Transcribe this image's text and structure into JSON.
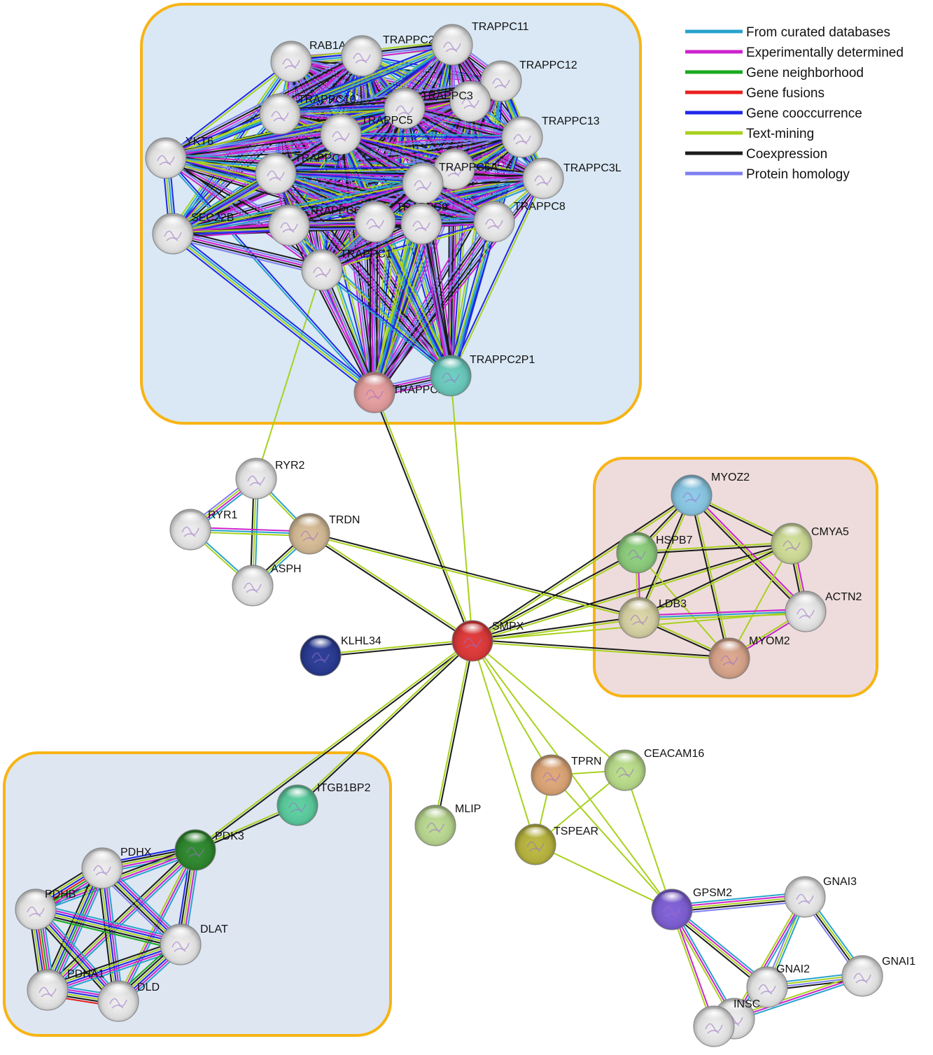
{
  "edge_colors": {
    "curated": "#27A3CC",
    "experimental": "#CC22CC",
    "neighborhood": "#18A81E",
    "fusion": "#E8201E",
    "cooccurrence": "#1F28E8",
    "textmining": "#A8D11E",
    "coexpression": "#1A1A1A",
    "homology": "#7F7FF0"
  },
  "legend": [
    {
      "type": "curated",
      "label": "From curated databases"
    },
    {
      "type": "experimental",
      "label": "Experimentally determined"
    },
    {
      "type": "neighborhood",
      "label": "Gene neighborhood"
    },
    {
      "type": "fusion",
      "label": "Gene fusions"
    },
    {
      "type": "cooccurrence",
      "label": "Gene cooccurrence"
    },
    {
      "type": "textmining",
      "label": "Text-mining"
    },
    {
      "type": "coexpression",
      "label": "Coexpression"
    },
    {
      "type": "homology",
      "label": "Protein homology"
    }
  ],
  "clusters": [
    {
      "id": "trappc",
      "fill": "#D9E8F4"
    },
    {
      "id": "muscle",
      "fill": "#EEDCDC"
    },
    {
      "id": "pdh",
      "fill": "#DEE6F2"
    }
  ],
  "nodes": [
    {
      "id": "RAB1A",
      "label": "RAB1A",
      "color": "#ECECEC"
    },
    {
      "id": "TRAPPC2L",
      "label": "TRAPPC2L",
      "color": "#ECECEC"
    },
    {
      "id": "TRAPPC11",
      "label": "TRAPPC11",
      "color": "#ECECEC"
    },
    {
      "id": "TRAPPC12",
      "label": "TRAPPC12",
      "color": "#ECECEC"
    },
    {
      "id": "TRAPPC10",
      "label": "TRAPPC10",
      "color": "#ECECEC"
    },
    {
      "id": "TRAPPC3",
      "label": "TRAPPC3",
      "color": "#ECECEC"
    },
    {
      "id": "TRAPPC5",
      "label": "TRAPPC5",
      "color": "#ECECEC"
    },
    {
      "id": "TRAPPC13",
      "label": "TRAPPC13",
      "color": "#ECECEC"
    },
    {
      "id": "YKT6",
      "label": "YKT6",
      "color": "#ECECEC"
    },
    {
      "id": "TRAPPC4",
      "label": "TRAPPC4",
      "color": "#ECECEC"
    },
    {
      "id": "TRAPPC6A",
      "label": "TRAPPC6A",
      "color": "#ECECEC"
    },
    {
      "id": "TRAPPC3L",
      "label": "TRAPPC3L",
      "color": "#ECECEC"
    },
    {
      "id": "NOLABEL1",
      "label": "",
      "color": "#ECECEC"
    },
    {
      "id": "TRAPPC8",
      "label": "TRAPPC8",
      "color": "#ECECEC"
    },
    {
      "id": "SEC22B",
      "label": "SEC22B",
      "color": "#ECECEC"
    },
    {
      "id": "TRAPPC6B",
      "label": "TRAPPC6B",
      "color": "#ECECEC"
    },
    {
      "id": "TRAPPC9",
      "label": "TRAPPC9",
      "color": "#ECECEC"
    },
    {
      "id": "NOLABEL2",
      "label": "",
      "color": "#ECECEC"
    },
    {
      "id": "NOLABEL3",
      "label": "",
      "color": "#ECECEC"
    },
    {
      "id": "TRAPPC1",
      "label": "TRAPPC1",
      "color": "#ECECEC"
    },
    {
      "id": "TRAPPC2",
      "label": "TRAPPC2",
      "color": "#E8A0A0"
    },
    {
      "id": "TRAPPC2P1",
      "label": "TRAPPC2P1",
      "color": "#6CCEC0"
    },
    {
      "id": "RYR2",
      "label": "RYR2",
      "color": "#ECECEC"
    },
    {
      "id": "RYR1",
      "label": "RYR1",
      "color": "#ECECEC"
    },
    {
      "id": "TRDN",
      "label": "TRDN",
      "color": "#D9BF98"
    },
    {
      "id": "ASPH",
      "label": "ASPH",
      "color": "#ECECEC"
    },
    {
      "id": "MYOZ2",
      "label": "MYOZ2",
      "color": "#8CCBE8"
    },
    {
      "id": "HSPB7",
      "label": "HSPB7",
      "color": "#8ED07E"
    },
    {
      "id": "CMYA5",
      "label": "CMYA5",
      "color": "#D2E09A"
    },
    {
      "id": "ACTN2",
      "label": "ACTN2",
      "color": "#ECECEC"
    },
    {
      "id": "LDB3",
      "label": "LDB3",
      "color": "#DCD6A8"
    },
    {
      "id": "MYOM2",
      "label": "MYOM2",
      "color": "#DDA88E"
    },
    {
      "id": "SMPX",
      "label": "SMPX",
      "color": "#E23A3A"
    },
    {
      "id": "KLHL34",
      "label": "KLHL34",
      "color": "#2A3C96"
    },
    {
      "id": "ITGB1BP2",
      "label": "ITGB1BP2",
      "color": "#5CD0A0"
    },
    {
      "id": "PDK3",
      "label": "PDK3",
      "color": "#2E8A2E"
    },
    {
      "id": "PDHX",
      "label": "PDHX",
      "color": "#ECECEC"
    },
    {
      "id": "PDHB",
      "label": "PDHB",
      "color": "#ECECEC"
    },
    {
      "id": "DLAT",
      "label": "DLAT",
      "color": "#ECECEC"
    },
    {
      "id": "PDHA1",
      "label": "PDHA1",
      "color": "#ECECEC"
    },
    {
      "id": "DLD",
      "label": "DLD",
      "color": "#ECECEC"
    },
    {
      "id": "MLIP",
      "label": "MLIP",
      "color": "#BEDC94"
    },
    {
      "id": "TPRN",
      "label": "TPRN",
      "color": "#E0A878"
    },
    {
      "id": "CEACAM16",
      "label": "CEACAM16",
      "color": "#BCE08C"
    },
    {
      "id": "TSPEAR",
      "label": "TSPEAR",
      "color": "#BCB840"
    },
    {
      "id": "GPSM2",
      "label": "GPSM2",
      "color": "#8060D8"
    },
    {
      "id": "GNAI3",
      "label": "GNAI3",
      "color": "#ECECEC"
    },
    {
      "id": "GNAI1",
      "label": "GNAI1",
      "color": "#ECECEC"
    },
    {
      "id": "GNAI2",
      "label": "GNAI2",
      "color": "#ECECEC"
    },
    {
      "id": "INSC",
      "label": "INSC",
      "color": "#ECECEC"
    },
    {
      "id": "NOLABEL4",
      "label": "",
      "color": "#ECECEC"
    }
  ],
  "edges": [
    [
      "SMPX",
      "TRAPPC2",
      [
        "coexpression",
        "textmining"
      ]
    ],
    [
      "SMPX",
      "TRAPPC2P1",
      [
        "textmining"
      ]
    ],
    [
      "TRAPPC1",
      "RYR2",
      [
        "textmining"
      ]
    ],
    [
      "SMPX",
      "TRDN",
      [
        "coexpression",
        "textmining"
      ]
    ],
    [
      "SMPX",
      "KLHL34",
      [
        "coexpression",
        "textmining"
      ]
    ],
    [
      "SMPX",
      "PDK3",
      [
        "coexpression",
        "textmining"
      ]
    ],
    [
      "SMPX",
      "ITGB1BP2",
      [
        "coexpression",
        "textmining"
      ]
    ],
    [
      "SMPX",
      "MLIP",
      [
        "coexpression",
        "textmining"
      ]
    ],
    [
      "SMPX",
      "TPRN",
      [
        "textmining"
      ]
    ],
    [
      "SMPX",
      "TSPEAR",
      [
        "textmining"
      ]
    ],
    [
      "SMPX",
      "CEACAM16",
      [
        "textmining"
      ]
    ],
    [
      "SMPX",
      "GPSM2",
      [
        "textmining"
      ]
    ],
    [
      "SMPX",
      "HSPB7",
      [
        "coexpression",
        "textmining"
      ]
    ],
    [
      "SMPX",
      "MYOZ2",
      [
        "coexpression",
        "textmining"
      ]
    ],
    [
      "SMPX",
      "CMYA5",
      [
        "coexpression",
        "textmining"
      ]
    ],
    [
      "SMPX",
      "LDB3",
      [
        "coexpression",
        "textmining"
      ]
    ],
    [
      "SMPX",
      "MYOM2",
      [
        "coexpression",
        "textmining"
      ]
    ],
    [
      "SMPX",
      "ACTN2",
      [
        "textmining"
      ]
    ],
    [
      "TRDN",
      "LDB3",
      [
        "coexpression",
        "textmining"
      ]
    ],
    [
      "RYR2",
      "RYR1",
      [
        "curated",
        "experimental",
        "textmining",
        "homology"
      ]
    ],
    [
      "RYR2",
      "TRDN",
      [
        "curated",
        "textmining"
      ]
    ],
    [
      "RYR2",
      "ASPH",
      [
        "curated",
        "textmining",
        "coexpression"
      ]
    ],
    [
      "RYR1",
      "TRDN",
      [
        "experimental",
        "curated",
        "textmining"
      ]
    ],
    [
      "RYR1",
      "ASPH",
      [
        "curated",
        "textmining"
      ]
    ],
    [
      "TRDN",
      "ASPH",
      [
        "curated",
        "textmining",
        "coexpression"
      ]
    ],
    [
      "MYOZ2",
      "HSPB7",
      [
        "textmining",
        "coexpression"
      ]
    ],
    [
      "MYOZ2",
      "CMYA5",
      [
        "textmining",
        "coexpression"
      ]
    ],
    [
      "MYOZ2",
      "LDB3",
      [
        "textmining",
        "coexpression"
      ]
    ],
    [
      "MYOZ2",
      "ACTN2",
      [
        "experimental",
        "textmining",
        "coexpression"
      ]
    ],
    [
      "MYOZ2",
      "MYOM2",
      [
        "textmining",
        "coexpression"
      ]
    ],
    [
      "HSPB7",
      "CMYA5",
      [
        "textmining",
        "coexpression"
      ]
    ],
    [
      "HSPB7",
      "LDB3",
      [
        "experimental",
        "textmining"
      ]
    ],
    [
      "HSPB7",
      "MYOM2",
      [
        "textmining"
      ]
    ],
    [
      "CMYA5",
      "ACTN2",
      [
        "experimental",
        "textmining",
        "coexpression"
      ]
    ],
    [
      "CMYA5",
      "LDB3",
      [
        "textmining",
        "coexpression"
      ]
    ],
    [
      "CMYA5",
      "MYOM2",
      [
        "textmining"
      ]
    ],
    [
      "LDB3",
      "ACTN2",
      [
        "experimental",
        "curated",
        "textmining"
      ]
    ],
    [
      "LDB3",
      "MYOM2",
      [
        "textmining",
        "coexpression"
      ]
    ],
    [
      "ACTN2",
      "MYOM2",
      [
        "experimental",
        "textmining"
      ]
    ],
    [
      "TPRN",
      "CEACAM16",
      [
        "textmining"
      ]
    ],
    [
      "TPRN",
      "TSPEAR",
      [
        "textmining"
      ]
    ],
    [
      "TPRN",
      "GPSM2",
      [
        "textmining"
      ]
    ],
    [
      "CEACAM16",
      "TSPEAR",
      [
        "textmining"
      ]
    ],
    [
      "CEACAM16",
      "GPSM2",
      [
        "textmining"
      ]
    ],
    [
      "TSPEAR",
      "GPSM2",
      [
        "textmining"
      ]
    ],
    [
      "GPSM2",
      "GNAI3",
      [
        "curated",
        "experimental",
        "textmining",
        "coexpression",
        "homology"
      ]
    ],
    [
      "GPSM2",
      "GNAI2",
      [
        "curated",
        "experimental",
        "textmining",
        "coexpression"
      ]
    ],
    [
      "GPSM2",
      "INSC",
      [
        "curated",
        "experimental",
        "textmining"
      ]
    ],
    [
      "GPSM2",
      "NOLABEL4",
      [
        "experimental",
        "textmining"
      ]
    ],
    [
      "GNAI3",
      "GNAI1",
      [
        "curated",
        "textmining",
        "coexpression",
        "homology"
      ]
    ],
    [
      "GNAI3",
      "GNAI2",
      [
        "curated",
        "textmining",
        "homology"
      ]
    ],
    [
      "GNAI3",
      "INSC",
      [
        "curated",
        "experimental",
        "textmining"
      ]
    ],
    [
      "GNAI2",
      "GNAI1",
      [
        "curated",
        "textmining",
        "homology",
        "coexpression"
      ]
    ],
    [
      "GNAI1",
      "INSC",
      [
        "curated",
        "experimental",
        "textmining"
      ]
    ],
    [
      "PDK3",
      "ITGB1BP2",
      [
        "textmining",
        "coexpression"
      ]
    ],
    [
      "PDK3",
      "PDHX",
      [
        "curated",
        "experimental",
        "textmining",
        "coexpression",
        "cooccurrence"
      ]
    ],
    [
      "PDK3",
      "PDHB",
      [
        "curated",
        "experimental",
        "textmining",
        "coexpression"
      ]
    ],
    [
      "PDK3",
      "DLAT",
      [
        "curated",
        "experimental",
        "textmining",
        "coexpression",
        "cooccurrence"
      ]
    ],
    [
      "PDK3",
      "PDHA1",
      [
        "curated",
        "experimental",
        "textmining",
        "coexpression"
      ]
    ],
    [
      "PDK3",
      "DLD",
      [
        "curated",
        "experimental",
        "textmining"
      ]
    ],
    [
      "PDHX",
      "PDHB",
      [
        "curated",
        "experimental",
        "neighborhood",
        "fusion",
        "cooccurrence",
        "textmining",
        "coexpression"
      ]
    ],
    [
      "PDHX",
      "DLAT",
      [
        "curated",
        "experimental",
        "cooccurrence",
        "textmining",
        "coexpression",
        "homology"
      ]
    ],
    [
      "PDHX",
      "PDHA1",
      [
        "curated",
        "experimental",
        "neighborhood",
        "cooccurrence",
        "textmining",
        "coexpression"
      ]
    ],
    [
      "PDHX",
      "DLD",
      [
        "curated",
        "experimental",
        "cooccurrence",
        "textmining",
        "coexpression"
      ]
    ],
    [
      "PDHB",
      "DLAT",
      [
        "curated",
        "experimental",
        "cooccurrence",
        "textmining",
        "coexpression",
        "neighborhood"
      ]
    ],
    [
      "PDHB",
      "PDHA1",
      [
        "curated",
        "experimental",
        "neighborhood",
        "fusion",
        "cooccurrence",
        "textmining",
        "coexpression"
      ]
    ],
    [
      "PDHB",
      "DLD",
      [
        "curated",
        "experimental",
        "cooccurrence",
        "textmining",
        "coexpression"
      ]
    ],
    [
      "DLAT",
      "PDHA1",
      [
        "curated",
        "experimental",
        "cooccurrence",
        "textmining",
        "coexpression"
      ]
    ],
    [
      "DLAT",
      "DLD",
      [
        "curated",
        "experimental",
        "cooccurrence",
        "textmining",
        "coexpression",
        "neighborhood"
      ]
    ],
    [
      "PDHA1",
      "DLD",
      [
        "curated",
        "experimental",
        "cooccurrence",
        "textmining",
        "coexpression",
        "fusion"
      ]
    ]
  ]
}
